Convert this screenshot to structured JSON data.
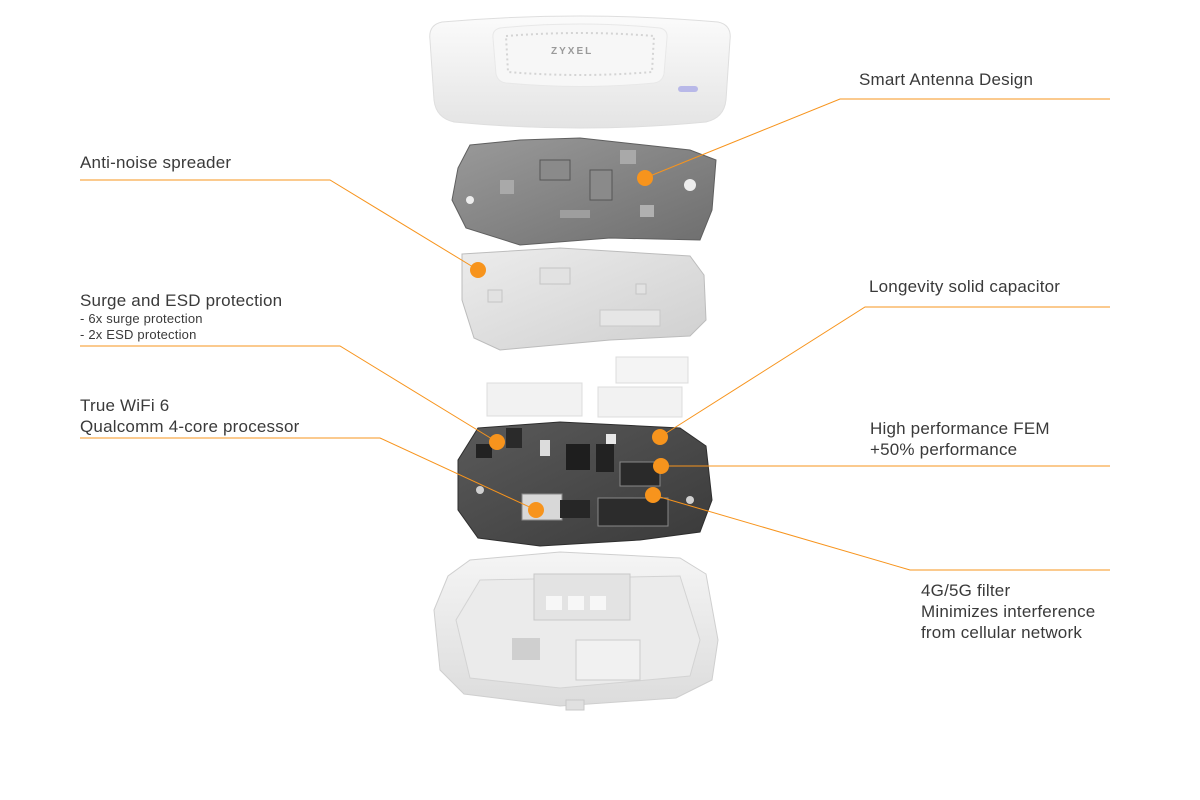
{
  "device": {
    "brand_label": "ZYXEL"
  },
  "colors": {
    "accent": "#F7941D",
    "leader_line": "#F7941D",
    "text": "#3a3a3a",
    "shell": "#f2f2f2",
    "metal_dark": "#7d7d7d",
    "metal_light": "#d9d9d9",
    "pcb": "#4a4a4a"
  },
  "callouts": {
    "antenna": {
      "title": "Smart  Antenna Design"
    },
    "spreader": {
      "title": "Anti-noise spreader"
    },
    "surge": {
      "title": "Surge and ESD protection",
      "details": [
        "- 6x surge protection",
        "- 2x ESD protection"
      ]
    },
    "capacitor": {
      "title": "Longevity solid capacitor"
    },
    "wifi": {
      "lines": [
        "True WiFi 6",
        "Qualcomm 4-core processor"
      ]
    },
    "fem": {
      "lines": [
        "High performance FEM",
        "+50% performance"
      ]
    },
    "filter": {
      "lines": [
        "4G/5G filter",
        "Minimizes interference",
        "from cellular network"
      ]
    }
  }
}
